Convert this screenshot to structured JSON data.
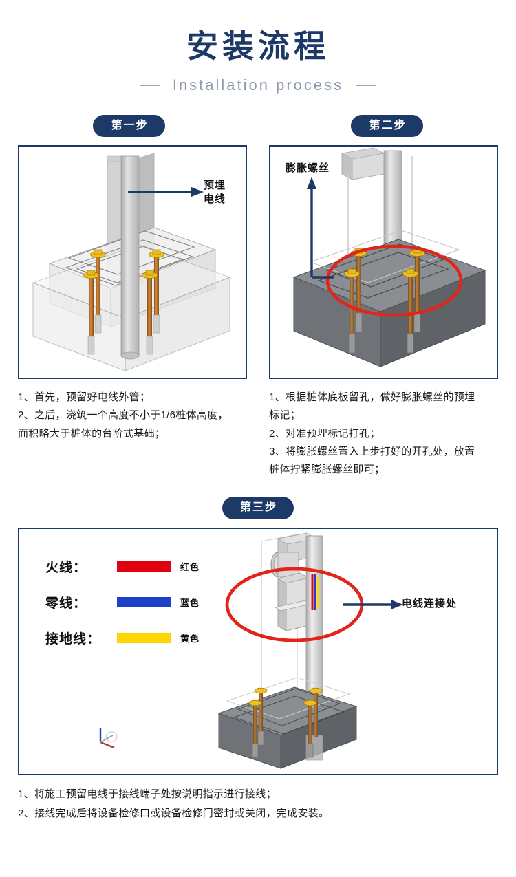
{
  "header": {
    "title": "安装流程",
    "subtitle": "Installation process",
    "dash_left": "—",
    "dash_right": "—"
  },
  "colors": {
    "navy": "#1c3968",
    "panel_border": "#1c3968",
    "subtitle_gray": "#8d9ab1",
    "live_wire": "#E2000F",
    "neutral_wire": "#1E3FC8",
    "ground_wire": "#FFD700",
    "highlight_ellipse": "#E2241A",
    "concrete_light": "#e3e3e3",
    "concrete_dark": "#6f7276",
    "bolt": "#b5742a",
    "bolt_head": "#f0c020",
    "pole": "#c9c9c9"
  },
  "steps": [
    {
      "badge": "第一步",
      "diagram": {
        "annotation": "预埋\n电线",
        "annotation_name": "pre-embedded-wire-label",
        "arrow_direction": "right"
      },
      "caption": [
        "1、首先，预留好电线外管；",
        "2、之后，浇筑一个高度不小于1/6桩体高度，",
        "面积略大于桩体的台阶式基础；"
      ]
    },
    {
      "badge": "第二步",
      "diagram": {
        "annotation": "膨胀螺丝",
        "annotation_name": "expansion-bolt-label",
        "arrow_direction": "up"
      },
      "caption": [
        "1、根据桩体底板留孔，做好膨胀螺丝的预埋",
        "标记；",
        "2、对准预埋标记打孔；",
        "3、将膨胀螺丝置入上步打好的开孔处，放置",
        "桩体拧紧膨胀螺丝即可；"
      ]
    },
    {
      "badge": "第三步",
      "diagram": {
        "annotation": "电线连接处",
        "annotation_name": "wire-connection-label",
        "arrow_direction": "right"
      },
      "legend": [
        {
          "label": "火线：",
          "color": "#E2000F",
          "color_name": "红色"
        },
        {
          "label": "零线：",
          "color": "#1E3FC8",
          "color_name": "蓝色"
        },
        {
          "label": "接地线：",
          "color": "#FFD700",
          "color_name": "黄色"
        }
      ],
      "caption": [
        "1、将施工预留电线于接线端子处按说明指示进行接线；",
        "2、接线完成后将设备检修口或设备检修门密封或关闭，完成安装。"
      ]
    }
  ]
}
